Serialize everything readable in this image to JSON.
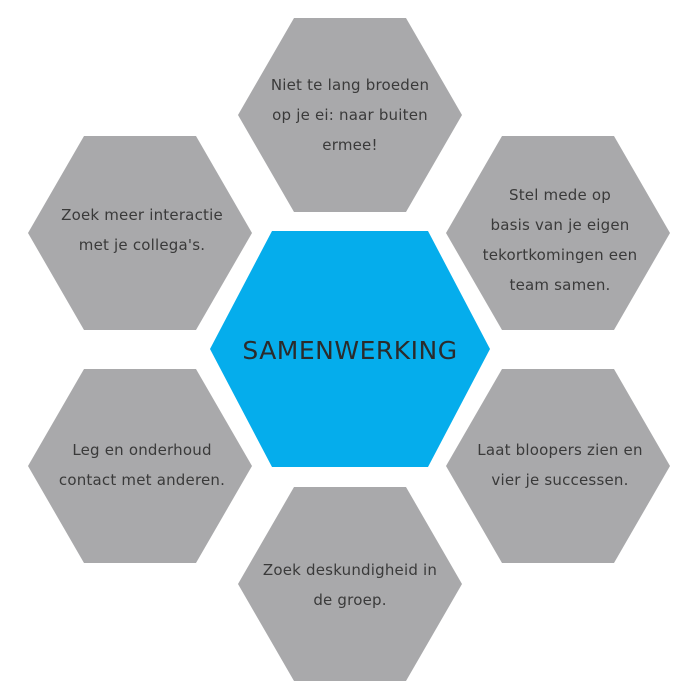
{
  "colors": {
    "center_fill": "#05adec",
    "outer_fill": "#a9a9ab",
    "text": "#3a3a3a"
  },
  "center": {
    "label": "SAMENWERKING"
  },
  "items": [
    {
      "lines": [
        "Niet te lang broeden",
        "op je ei: naar buiten",
        "ermee!"
      ]
    },
    {
      "lines": [
        "Stel mede op",
        "basis van je eigen",
        "tekortkomingen een",
        "team samen."
      ]
    },
    {
      "lines": [
        "Laat bloopers zien en",
        "vier je successen."
      ]
    },
    {
      "lines": [
        "Zoek deskundigheid in",
        "de groep."
      ]
    },
    {
      "lines": [
        "Leg en onderhoud",
        "contact met anderen."
      ]
    },
    {
      "lines": [
        "Zoek meer interactie",
        "met je collega's."
      ]
    }
  ]
}
